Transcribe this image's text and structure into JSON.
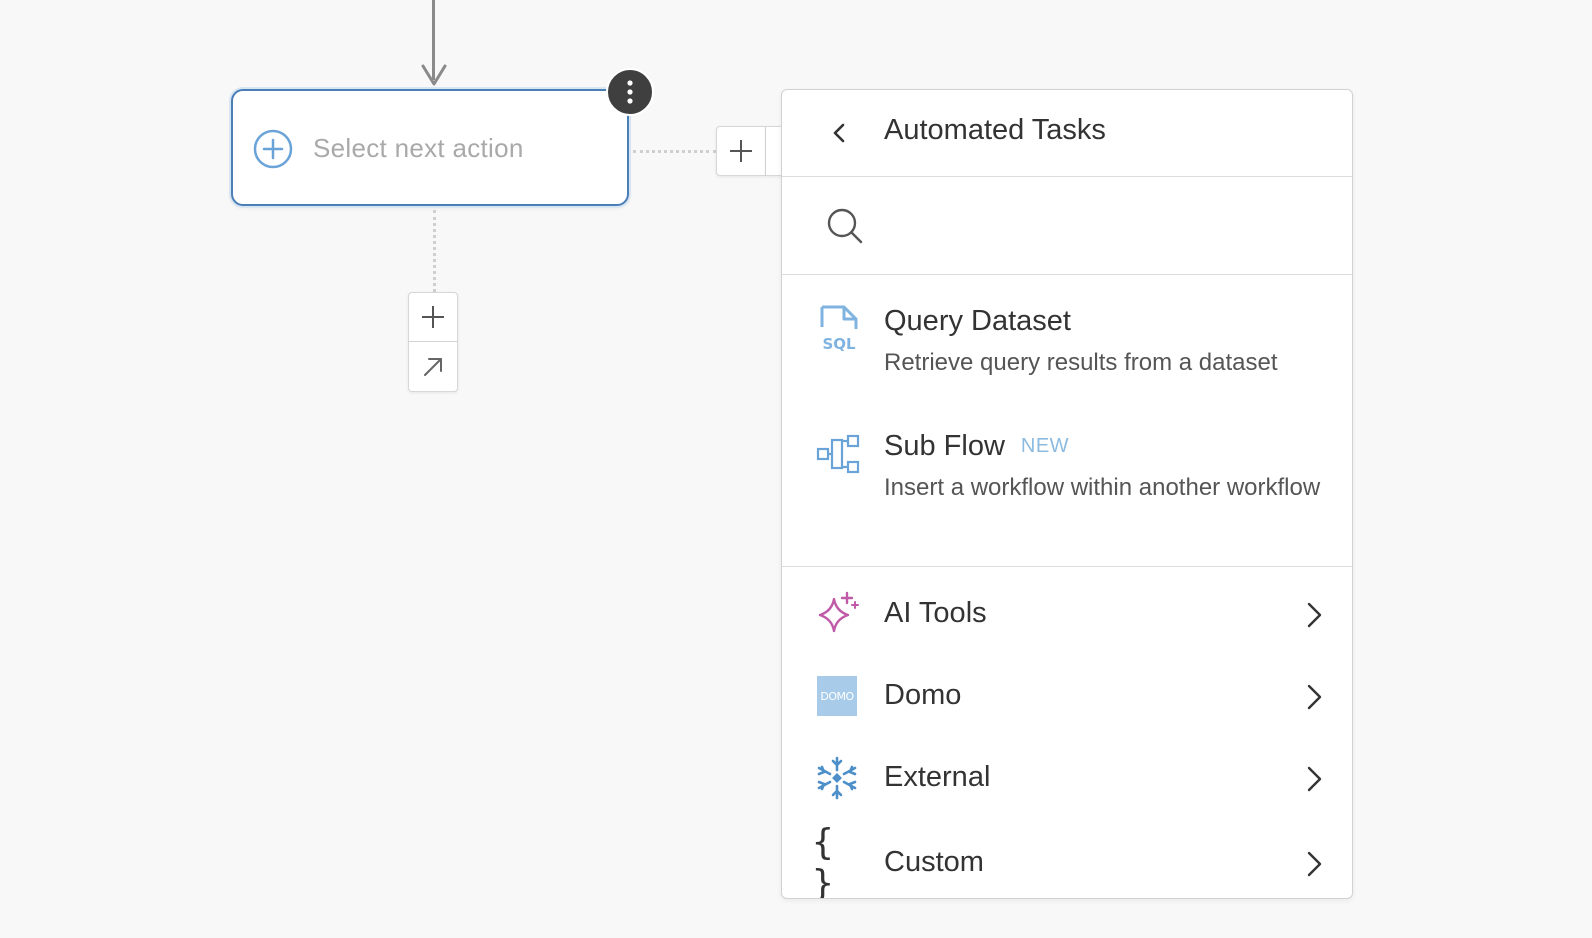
{
  "canvas": {
    "node": {
      "label": "Select next action"
    }
  },
  "panel": {
    "title": "Automated Tasks",
    "search": {
      "placeholder": "",
      "value": ""
    },
    "tasks": [
      {
        "title": "Query Dataset",
        "description": "Retrieve query results from a dataset",
        "icon": "sql-file-icon",
        "icon_text": "SQL"
      },
      {
        "title": "Sub Flow",
        "badge": "NEW",
        "description": "Insert a workflow within another workflow",
        "icon": "sub-flow-icon"
      }
    ],
    "categories": [
      {
        "label": "AI Tools",
        "icon": "sparkle-icon"
      },
      {
        "label": "Domo",
        "icon": "domo-logo-icon",
        "icon_text": "DOMO"
      },
      {
        "label": "External",
        "icon": "snowflake-icon"
      },
      {
        "label": "Custom",
        "icon": "curly-braces-icon",
        "icon_text": "{ }"
      }
    ]
  },
  "colors": {
    "canvas_bg": "#f8f8f8",
    "node_border": "#4a7fb5",
    "accent_blue": "#6aa3d8",
    "sql_blue": "#7fb3e0",
    "ai_pink": "#c05aa8",
    "domo_blue": "#a7cbe9",
    "snowflake_blue": "#4d8fc9",
    "new_badge": "#8dbbe0"
  }
}
